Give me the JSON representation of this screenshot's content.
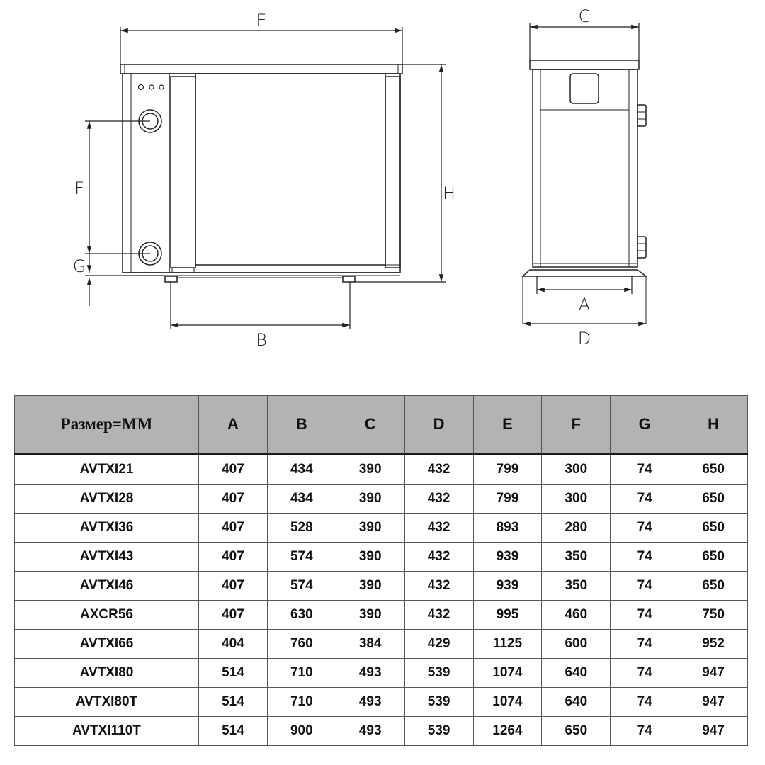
{
  "drawing": {
    "labels": {
      "E": "E",
      "C": "C",
      "F": "F",
      "G": "G",
      "H": "H",
      "B": "B",
      "A": "A",
      "D": "D"
    }
  },
  "table": {
    "header": [
      "Размер=ММ",
      "A",
      "B",
      "C",
      "D",
      "E",
      "F",
      "G",
      "H"
    ],
    "rows": [
      {
        "model": "AVTXI21",
        "values": [
          "407",
          "434",
          "390",
          "432",
          "799",
          "300",
          "74",
          "650"
        ]
      },
      {
        "model": "AVTXI28",
        "values": [
          "407",
          "434",
          "390",
          "432",
          "799",
          "300",
          "74",
          "650"
        ]
      },
      {
        "model": "AVTXI36",
        "values": [
          "407",
          "528",
          "390",
          "432",
          "893",
          "280",
          "74",
          "650"
        ]
      },
      {
        "model": "AVTXI43",
        "values": [
          "407",
          "574",
          "390",
          "432",
          "939",
          "350",
          "74",
          "650"
        ]
      },
      {
        "model": "AVTXI46",
        "values": [
          "407",
          "574",
          "390",
          "432",
          "939",
          "350",
          "74",
          "650"
        ]
      },
      {
        "model": "AXCR56",
        "values": [
          "407",
          "630",
          "390",
          "432",
          "995",
          "460",
          "74",
          "750"
        ]
      },
      {
        "model": "AVTXI66",
        "values": [
          "404",
          "760",
          "384",
          "429",
          "1125",
          "600",
          "74",
          "952"
        ]
      },
      {
        "model": "AVTXI80",
        "values": [
          "514",
          "710",
          "493",
          "539",
          "1074",
          "640",
          "74",
          "947"
        ]
      },
      {
        "model": "AVTXI80T",
        "values": [
          "514",
          "710",
          "493",
          "539",
          "1074",
          "640",
          "74",
          "947"
        ]
      },
      {
        "model": "AVTXI110T",
        "values": [
          "514",
          "900",
          "493",
          "539",
          "1264",
          "650",
          "74",
          "947"
        ]
      }
    ]
  }
}
